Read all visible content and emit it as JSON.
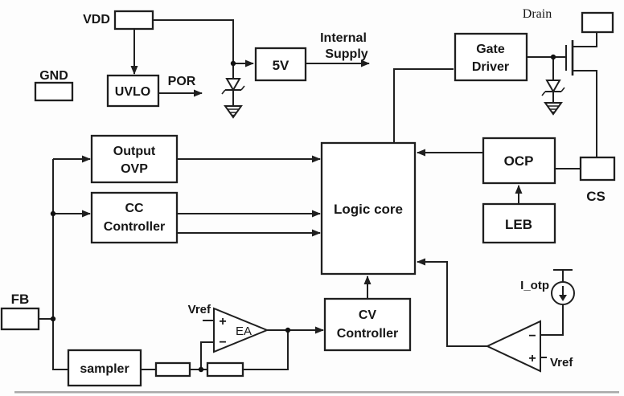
{
  "diagram": {
    "ink": "#1f1f1f",
    "background": "#fdfdfd",
    "pins": {
      "vdd": "VDD",
      "gnd": "GND",
      "fb": "FB",
      "cs": "CS",
      "drain": "Drain"
    },
    "blocks": {
      "uvlo": "UVLO",
      "five_v": "5V",
      "gate_driver_line1": "Gate",
      "gate_driver_line2": "Driver",
      "output_ovp_line1": "Output",
      "output_ovp_line2": "OVP",
      "cc_line1": "CC",
      "cc_line2": "Controller",
      "logic_core": "Logic core",
      "ocp": "OCP",
      "leb": "LEB",
      "sampler": "sampler",
      "cv_line1": "CV",
      "cv_line2": "Controller"
    },
    "signals": {
      "por": "POR",
      "internal_supply_line1": "Internal",
      "internal_supply_line2": "Supply",
      "vref_ea": "Vref",
      "vref_cmp": "Vref",
      "i_otp": "I_otp",
      "ea": "EA",
      "ea_plus": "+",
      "ea_minus": "−",
      "cmp_plus": "+",
      "cmp_minus": "−"
    }
  }
}
